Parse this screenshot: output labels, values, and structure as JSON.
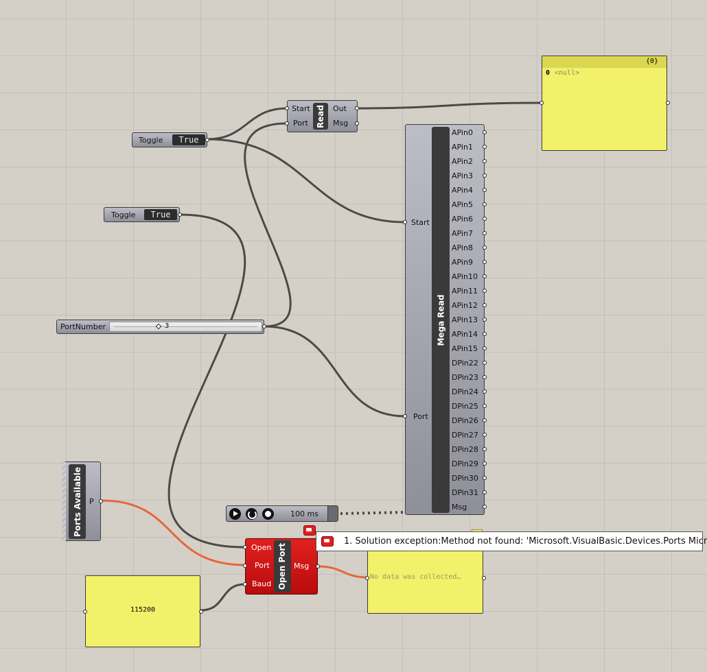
{
  "read_component": {
    "title": "Read",
    "inputs": [
      "Start",
      "Port"
    ],
    "outputs": [
      "Out",
      "Msg"
    ]
  },
  "toggle_1": {
    "label": "Toggle",
    "value": "True"
  },
  "toggle_2": {
    "label": "Toggle",
    "value": "True"
  },
  "slider": {
    "label": "PortNumber",
    "value": "3"
  },
  "out_panel": {
    "header": "{0}",
    "index": "0",
    "value": "<null>"
  },
  "mega_read": {
    "title": "Mega Read",
    "inputs": [
      "Start",
      "Port"
    ],
    "outputs": [
      "APin0",
      "APin1",
      "APin2",
      "APin3",
      "APin4",
      "APin5",
      "APin6",
      "APin7",
      "APin8",
      "APin9",
      "APin10",
      "APin11",
      "APin12",
      "APin13",
      "APin14",
      "APin15",
      "DPin22",
      "DPin23",
      "DPin24",
      "DPin25",
      "DPin26",
      "DPin27",
      "DPin28",
      "DPin29",
      "DPin30",
      "DPin31",
      "Msg"
    ]
  },
  "ports_available": {
    "title": "Ports Available",
    "output": "P"
  },
  "timer": {
    "interval": "100 ms"
  },
  "open_port": {
    "title": "Open Port",
    "inputs": [
      "Open",
      "Port",
      "Baud"
    ],
    "outputs": [
      "Msg"
    ]
  },
  "error_tooltip": {
    "text": "1. Solution exception:Method not found: 'Microsoft.VisualBasic.Devices.Ports Micr"
  },
  "msg_panel": {
    "value": "No data was collected…"
  },
  "baud_panel": {
    "value": "115200"
  },
  "colors": {
    "canvas": "#d4d0c8",
    "panel": "#f3f06a",
    "error_node": "#d81818",
    "wire": "#4a4a48",
    "wire_active": "#e8663a"
  }
}
